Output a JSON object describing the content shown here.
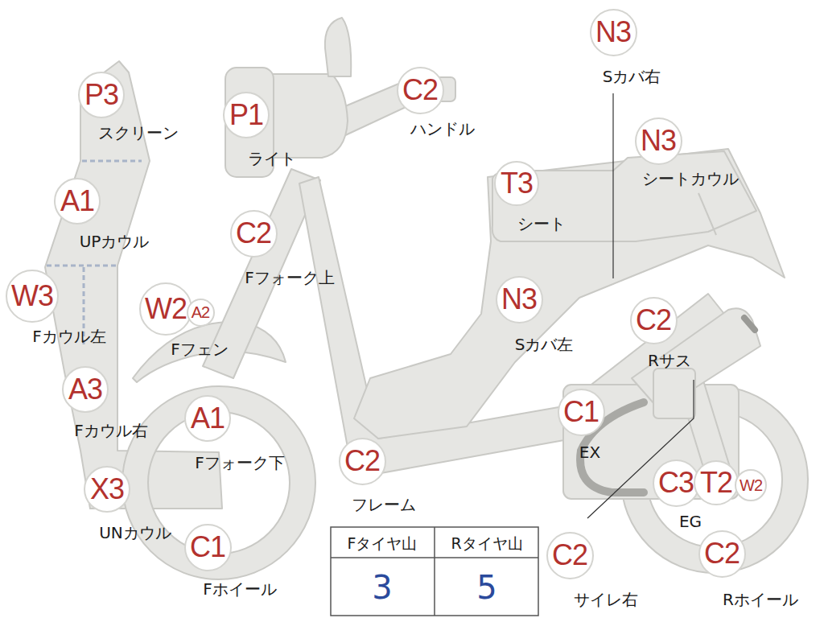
{
  "diagram": {
    "nodes": [
      {
        "text": [
          "P3"
        ]
      },
      {
        "text": [
          "P1"
        ]
      },
      {
        "text": [
          "C2"
        ]
      },
      {
        "text": [
          "N3"
        ]
      },
      {
        "text": [
          "N3"
        ]
      },
      {
        "text": [
          "T3"
        ]
      },
      {
        "text": [
          "A1"
        ]
      },
      {
        "text": [
          "C2"
        ]
      },
      {
        "text": [
          "W3"
        ]
      },
      {
        "text": [
          "W2"
        ]
      },
      {
        "text": [
          "A2"
        ]
      },
      {
        "text": [
          "N3"
        ]
      },
      {
        "text": [
          "C2"
        ]
      },
      {
        "text": [
          "A3"
        ]
      },
      {
        "text": [
          "A1"
        ]
      },
      {
        "text": [
          "C1"
        ]
      },
      {
        "text": [
          "C2"
        ]
      },
      {
        "text": [
          "X3"
        ]
      },
      {
        "text": [
          "C3"
        ]
      },
      {
        "text": [
          "T2"
        ]
      },
      {
        "text": [
          "W2"
        ]
      },
      {
        "text": [
          "C1"
        ]
      },
      {
        "text": [
          "C2"
        ]
      },
      {
        "text": [
          "C2"
        ]
      }
    ],
    "labels": [
      "スクリーン",
      "ライト",
      "ハンドル",
      "Sカバ右",
      "シートカウル",
      "シート",
      "UPカウル",
      "Fフォーク上",
      "Fカウル左",
      "Fフェン",
      "Sカバ左",
      "Rサス",
      "Fカウル右",
      "Fフォーク下",
      "EX",
      "フレーム",
      "UNカウル",
      "EG",
      "Fホイール",
      "サイレ右",
      "Rホイール",
      "Fタイヤ山",
      "Rタイヤ山",
      "3",
      "5"
    ]
  }
}
